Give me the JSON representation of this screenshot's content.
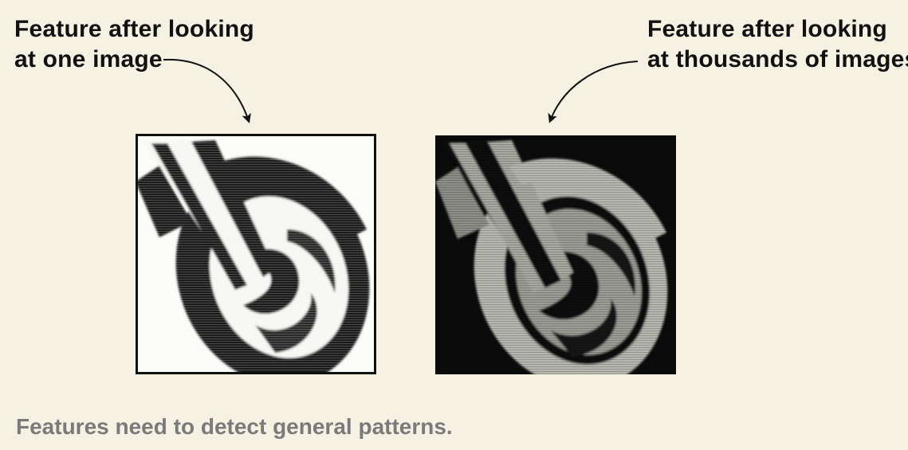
{
  "labels": {
    "left": {
      "line1": "Feature after looking",
      "line2": "at one image"
    },
    "right": {
      "line1": "Feature after looking",
      "line2": "at thousands of images"
    }
  },
  "caption": "Features need to detect general patterns.",
  "colors": {
    "background": "#f5f2e3",
    "ink": "#111111",
    "caption": "#7a7a7a",
    "feature_gray": "#b8b8b0"
  },
  "images": {
    "left": "motorcycle-wheel-feature-dark-on-white",
    "right": "motorcycle-wheel-feature-light-on-black"
  }
}
